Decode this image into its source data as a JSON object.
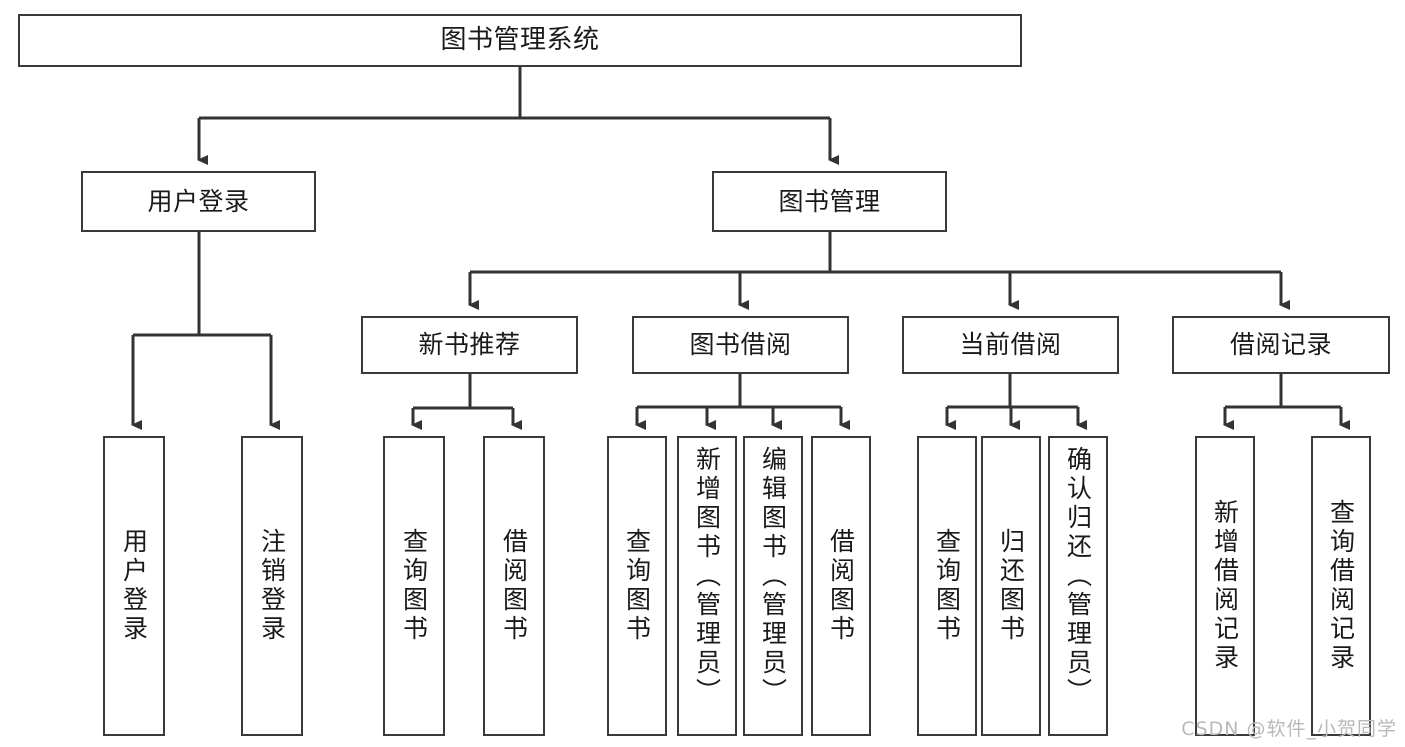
{
  "diagram": {
    "title": "图书管理系统",
    "type": "tree",
    "root": {
      "id": "root",
      "label": "图书管理系统"
    },
    "level2": [
      {
        "id": "user-login",
        "label": "用户登录"
      },
      {
        "id": "book-manage",
        "label": "图书管理"
      }
    ],
    "level3": [
      {
        "id": "new-book-recommend",
        "label": "新书推荐"
      },
      {
        "id": "book-borrow",
        "label": "图书借阅"
      },
      {
        "id": "current-borrow",
        "label": "当前借阅"
      },
      {
        "id": "borrow-record",
        "label": "借阅记录"
      }
    ],
    "leaves": [
      {
        "id": "leaf-user-login",
        "label": "用户登录",
        "parent": "user-login"
      },
      {
        "id": "leaf-user-logout",
        "label": "注销登录",
        "parent": "user-login"
      },
      {
        "id": "leaf-query-book-1",
        "label": "查询图书",
        "parent": "new-book-recommend"
      },
      {
        "id": "leaf-borrow-book-1",
        "label": "借阅图书",
        "parent": "new-book-recommend"
      },
      {
        "id": "leaf-query-book-2",
        "label": "查询图书",
        "parent": "book-borrow"
      },
      {
        "id": "leaf-add-book",
        "label": "新增图书（管理员）",
        "parent": "book-borrow"
      },
      {
        "id": "leaf-edit-book",
        "label": "编辑图书（管理员）",
        "parent": "book-borrow"
      },
      {
        "id": "leaf-borrow-book-2",
        "label": "借阅图书",
        "parent": "book-borrow"
      },
      {
        "id": "leaf-query-book-3",
        "label": "查询图书",
        "parent": "current-borrow"
      },
      {
        "id": "leaf-return-book",
        "label": "归还图书",
        "parent": "current-borrow"
      },
      {
        "id": "leaf-confirm-return",
        "label": "确认归还（管理员）",
        "parent": "current-borrow"
      },
      {
        "id": "leaf-add-record",
        "label": "新增借阅记录",
        "parent": "borrow-record"
      },
      {
        "id": "leaf-query-record",
        "label": "查询借阅记录",
        "parent": "borrow-record"
      }
    ],
    "colors": {
      "box_border": "#3a3a3a",
      "box_fill": "#ffffff",
      "connector": "#333333",
      "text": "#1a1a1a",
      "watermark": "#b9b9b9"
    }
  },
  "watermark": {
    "text": "CSDN @软件_小贺同学"
  }
}
